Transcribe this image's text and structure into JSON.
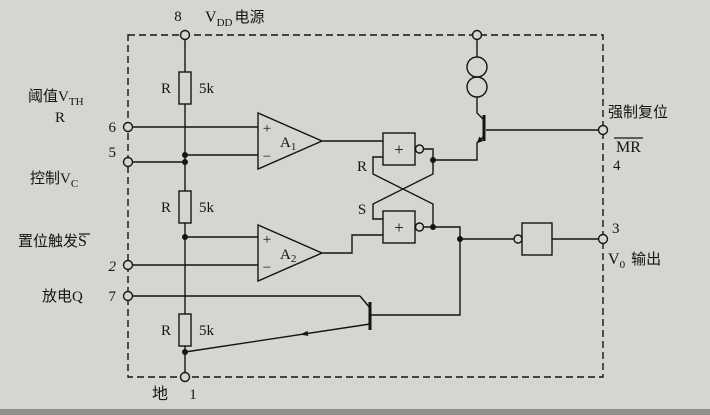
{
  "colors": {
    "background": "#d7d5d1",
    "ink": "#141414"
  },
  "pins": {
    "p8": {
      "num": "8",
      "v": "V",
      "sub": "DD",
      "rest": "电源"
    },
    "p6": {
      "num": "6",
      "label": "阈值V",
      "sub": "TH",
      "label2": "R"
    },
    "p5": {
      "num": "5",
      "label": "控制V",
      "sub": "C"
    },
    "p2": {
      "num": "2",
      "label": "置位触发",
      "overlined": "S"
    },
    "p7": {
      "num": "7",
      "label": "放电Q"
    },
    "p1": {
      "num": "1",
      "label": "地"
    },
    "p4": {
      "num": "4",
      "label": "强制复位",
      "overlined": "MR"
    },
    "p3": {
      "num": "3",
      "v": "V",
      "sub": "0",
      "rest": "输出"
    }
  },
  "resistors": {
    "r1": {
      "name": "R",
      "value": "5k"
    },
    "r2": {
      "name": "R",
      "value": "5k"
    },
    "r3": {
      "name": "R",
      "value": "5k"
    }
  },
  "comparators": {
    "a1": {
      "name": "A",
      "sub": "1",
      "plus": "+",
      "minus": "−"
    },
    "a2": {
      "name": "A",
      "sub": "2",
      "plus": "+",
      "minus": "−"
    }
  },
  "flipflop": {
    "r_input": "R",
    "s_input": "S",
    "gate_symbol": "+"
  }
}
